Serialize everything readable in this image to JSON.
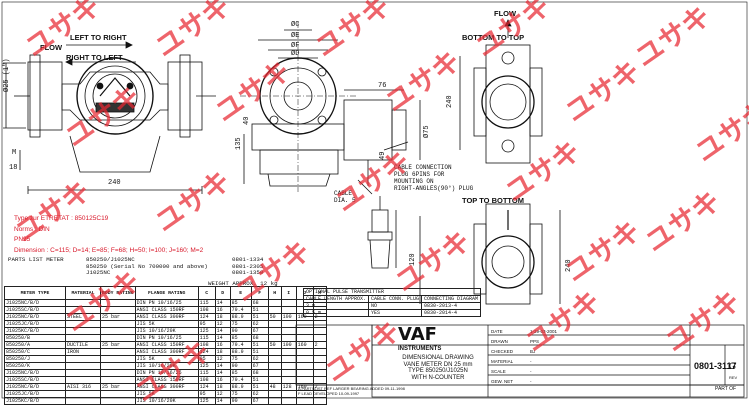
{
  "arrows": {
    "left_to_right": "LEFT TO RIGHT",
    "flow": "FLOW",
    "right_to_left": "RIGHT TO LEFT"
  },
  "front_dims": {
    "d25": "Ø25 (1\")",
    "m": "M",
    "d18": "18",
    "l240": "240"
  },
  "side_dims": {
    "c": "ØC",
    "e": "ØE",
    "f": "ØF",
    "d": "ØD",
    "h135": "135",
    "d40": "40"
  },
  "head_dims": {
    "d76": "76",
    "d75": "Ø75",
    "d49": "49"
  },
  "right_views": {
    "flow": "FLOW",
    "bottom_to_top": "BOTTOM TO TOP",
    "top_to_bottom": "TOP TO BOTTOM",
    "d240a": "240",
    "d240b": "240",
    "d120": "120"
  },
  "cable_note": [
    "CABLE CONNECTION",
    "PLUG 6PINS FOR",
    "MOUNTING ON",
    "RIGHT-ANGLES(90°) PLUG"
  ],
  "cable_dia": [
    "CABLE",
    "DIA. 5"
  ],
  "red_notes": {
    "type": "Type zur ETRETAT : 850125C19",
    "norms": "Norms : DIN",
    "pn": "PN25",
    "dimension": "Dimension : C=115; D=14; E=85; F=68; H=50; I=100; J=160; M=2"
  },
  "parts_list": {
    "title": "PARTS LIST METER",
    "rows": [
      {
        "type": "850250/J1025NC",
        "part": "0801-1334"
      },
      {
        "type": "850250 (Serial No 700000 and above)",
        "part": "0801-2305"
      },
      {
        "type": "J1025NC",
        "part": "0801-1350"
      }
    ]
  },
  "weight": "WEIGHT APPROX. 12 kg",
  "spec_table": {
    "headers": [
      "METER TYPE",
      "MATERIAL",
      "BODY RATING",
      "FLANGE RATING",
      "C",
      "D",
      "E",
      "F",
      "H",
      "I",
      "J",
      "M"
    ],
    "rows": [
      [
        "J1025NC/B/D",
        "",
        "",
        "DIN PN 10/16/25",
        "115",
        "14",
        "85",
        "68",
        "",
        "",
        "",
        ""
      ],
      [
        "J1025SC/B/D",
        "",
        "",
        "ANSI CLASS 150RF",
        "108",
        "16",
        "79.4",
        "51",
        "",
        "",
        "",
        ""
      ],
      [
        "J1025NC/B/D",
        "STEEL",
        "25 bar",
        "ANSI CLASS 300RF",
        "124",
        "18",
        "88.9",
        "51",
        "50",
        "100",
        "160",
        "2"
      ],
      [
        "J1025JC/B/D",
        "",
        "",
        "JIS 5K",
        "95",
        "12",
        "75",
        "62",
        "",
        "",
        "",
        ""
      ],
      [
        "J1025KC/B/D",
        "",
        "",
        "JIS 10/16/20K",
        "125",
        "14",
        "90",
        "67",
        "",
        "",
        "",
        ""
      ],
      [
        "850250/B",
        "",
        "",
        "DIN PN 10/16/25",
        "115",
        "14",
        "85",
        "68",
        "",
        "",
        "",
        ""
      ],
      [
        "850250/A",
        "DUCTILE",
        "25 bar",
        "ANSI CLASS 150RF",
        "108",
        "16",
        "79.4",
        "51",
        "50",
        "100",
        "160",
        "2"
      ],
      [
        "850250/C",
        "IRON",
        "",
        "ANSI CLASS 300RF",
        "124",
        "18",
        "88.9",
        "51",
        "",
        "",
        "",
        ""
      ],
      [
        "850250/J",
        "",
        "",
        "JIS 5K",
        "95",
        "12",
        "75",
        "62",
        "",
        "",
        "",
        ""
      ],
      [
        "850250/K",
        "",
        "",
        "JIS 10/16/20K",
        "125",
        "14",
        "90",
        "67",
        "",
        "",
        "",
        ""
      ],
      [
        "J1025NC/B/D",
        "",
        "",
        "DIN PN 10/16/25",
        "115",
        "14",
        "85",
        "68",
        "",
        "",
        "",
        ""
      ],
      [
        "J1025SC/B/D",
        "",
        "",
        "ANSI CLASS 150RF",
        "108",
        "16",
        "79.4",
        "51",
        "",
        "",
        "",
        ""
      ],
      [
        "J1025NC/B/D",
        "AISI 316",
        "25 bar",
        "ANSI CLASS 300RF",
        "124",
        "18",
        "88.9",
        "51",
        "48",
        "128",
        "160",
        "2"
      ],
      [
        "J1025JC/B/D",
        "",
        "",
        "JIS 5K",
        "95",
        "12",
        "75",
        "62",
        "",
        "",
        "",
        ""
      ],
      [
        "J1025KC/B/D",
        "",
        "",
        "JIS 10/16/20K",
        "125",
        "14",
        "90",
        "67",
        "",
        "",
        "",
        ""
      ]
    ]
  },
  "pulse_table": {
    "title": "OPTIONAL PULSE TRANSMITTER",
    "headers": [
      "CABLE LENGTH APPROX.",
      "CABLE CONN. PLUG",
      "CONNECTING DIAGRAM"
    ],
    "rows": [
      [
        "3 m",
        "NO",
        "0830-2013-4"
      ],
      [
        "0.5 m",
        "YES",
        "0830-2014-4"
      ]
    ]
  },
  "title_block": {
    "logo": "VAF",
    "sub": "INSTRUMENTS",
    "desc": [
      "DIMENSIONAL DRAWING",
      "VANE METER DN 25 mm",
      "TYPE 850250/J1025N",
      "WITH N-COUNTER"
    ],
    "drawing_no": "0801-3117",
    "sheet": "G",
    "rev": "REV",
    "part_of": "PART OF",
    "meta": [
      {
        "k": "DATE",
        "v": "1-29-03-2001"
      },
      {
        "k": "DRAWN",
        "v": "PPS"
      },
      {
        "k": "CHECKED",
        "v": "BJ"
      },
      {
        "k": "MATERIAL",
        "v": "-"
      },
      {
        "k": "SCALE",
        "v": "-"
      },
      {
        "k": "GEW. NET",
        "v": "-"
      }
    ],
    "rev_rows": [
      "A PARTSLIST REF LARGER BEARING ADDED 09-11-1998",
      "F LEAD DEVELOPED 10-09-1997"
    ]
  },
  "watermark": "ユサキ"
}
